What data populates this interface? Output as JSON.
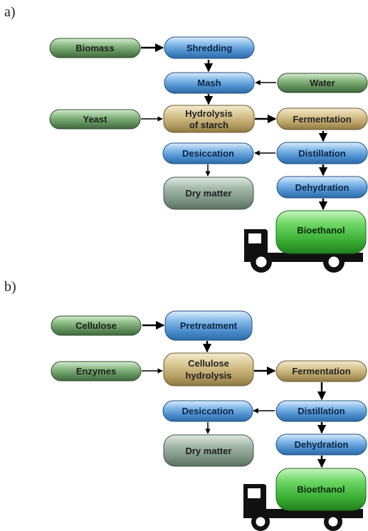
{
  "panels": {
    "a": {
      "label": "a)",
      "nodes": {
        "biomass": "Biomass",
        "shredding": "Shredding",
        "mash": "Mash",
        "water": "Water",
        "yeast": "Yeast",
        "hydrolysis_1": "Hydrolysis",
        "hydrolysis_2": "of starch",
        "fermentation": "Fermentation",
        "desiccation": "Desiccation",
        "distillation": "Distillation",
        "dry_matter": "Dry matter",
        "dehydration": "Dehydration",
        "bioethanol": "Bioethanol"
      }
    },
    "b": {
      "label": "b)",
      "nodes": {
        "cellulose": "Cellulose",
        "pretreatment": "Pretreatment",
        "enzymes": "Enzymes",
        "hydrolysis_1": "Cellulose",
        "hydrolysis_2": "hydrolysis",
        "fermentation": "Fermentation",
        "desiccation": "Desiccation",
        "distillation": "Distillation",
        "dry_matter": "Dry matter",
        "dehydration": "Dehydration",
        "bioethanol": "Bioethanol"
      }
    }
  },
  "colors": {
    "green_pill": "#6f9e6a",
    "blue_pill": "#5b9bd3",
    "tan_pill": "#c9b57a",
    "grey_pill": "#8fa89a",
    "tank": "#4cc246",
    "truck": "#111111"
  }
}
